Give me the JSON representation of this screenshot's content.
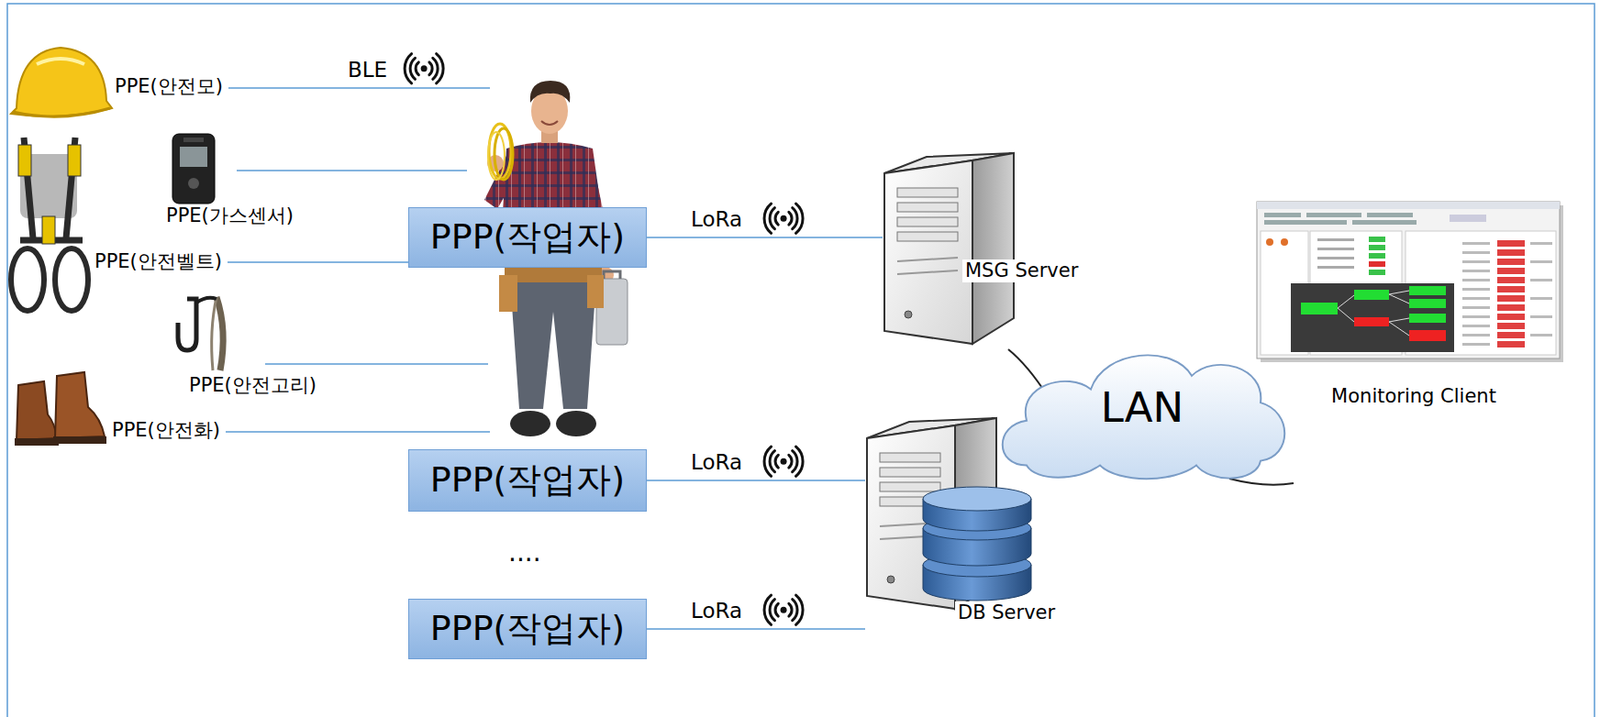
{
  "diagram": {
    "nodes": [
      {
        "text": [
          "PPP(작업자)"
        ]
      },
      {
        "text": [
          "MSG Server"
        ]
      },
      {
        "text": [
          "Monitoring Client"
        ]
      },
      {
        "text": [
          "LAN"
        ]
      },
      {
        "text": [
          "PPP(작업자)"
        ]
      },
      {
        "text": [
          "DB Server"
        ]
      },
      {
        "text": [
          "PPP(작업자)"
        ]
      }
    ],
    "edges": [
      {
        "from": 0,
        "to": 1,
        "label": "LoRa",
        "arrow": "none"
      },
      {
        "from": 4,
        "to": 5,
        "label": "LoRa",
        "arrow": "none"
      },
      {
        "from": 6,
        "to": 5,
        "label": "LoRa",
        "arrow": "none"
      }
    ],
    "labels": [
      "PPE(안전모)",
      "BLE",
      "PPE(가스센서)",
      "PPE(안전벨트)",
      "PPE(안전고리)",
      "PPE(안전화)",
      "...."
    ]
  }
}
